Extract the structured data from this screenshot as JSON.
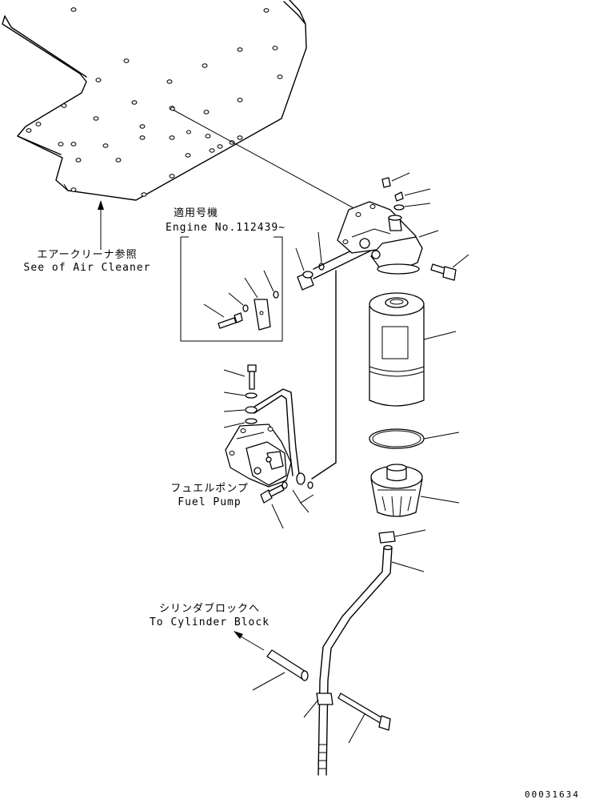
{
  "labels": {
    "applicable_jp": "適用号機",
    "engine_no": "Engine No.112439~",
    "air_cleaner_jp": "エアークリーナ参照",
    "air_cleaner_en": "See of Air Cleaner",
    "fuel_pump_jp": "フュエルポンプ",
    "fuel_pump_en": "Fuel Pump",
    "cylinder_block_jp": "シリンダブロックへ",
    "cylinder_block_en": "To Cylinder Block",
    "drawing_number": "00031634"
  }
}
